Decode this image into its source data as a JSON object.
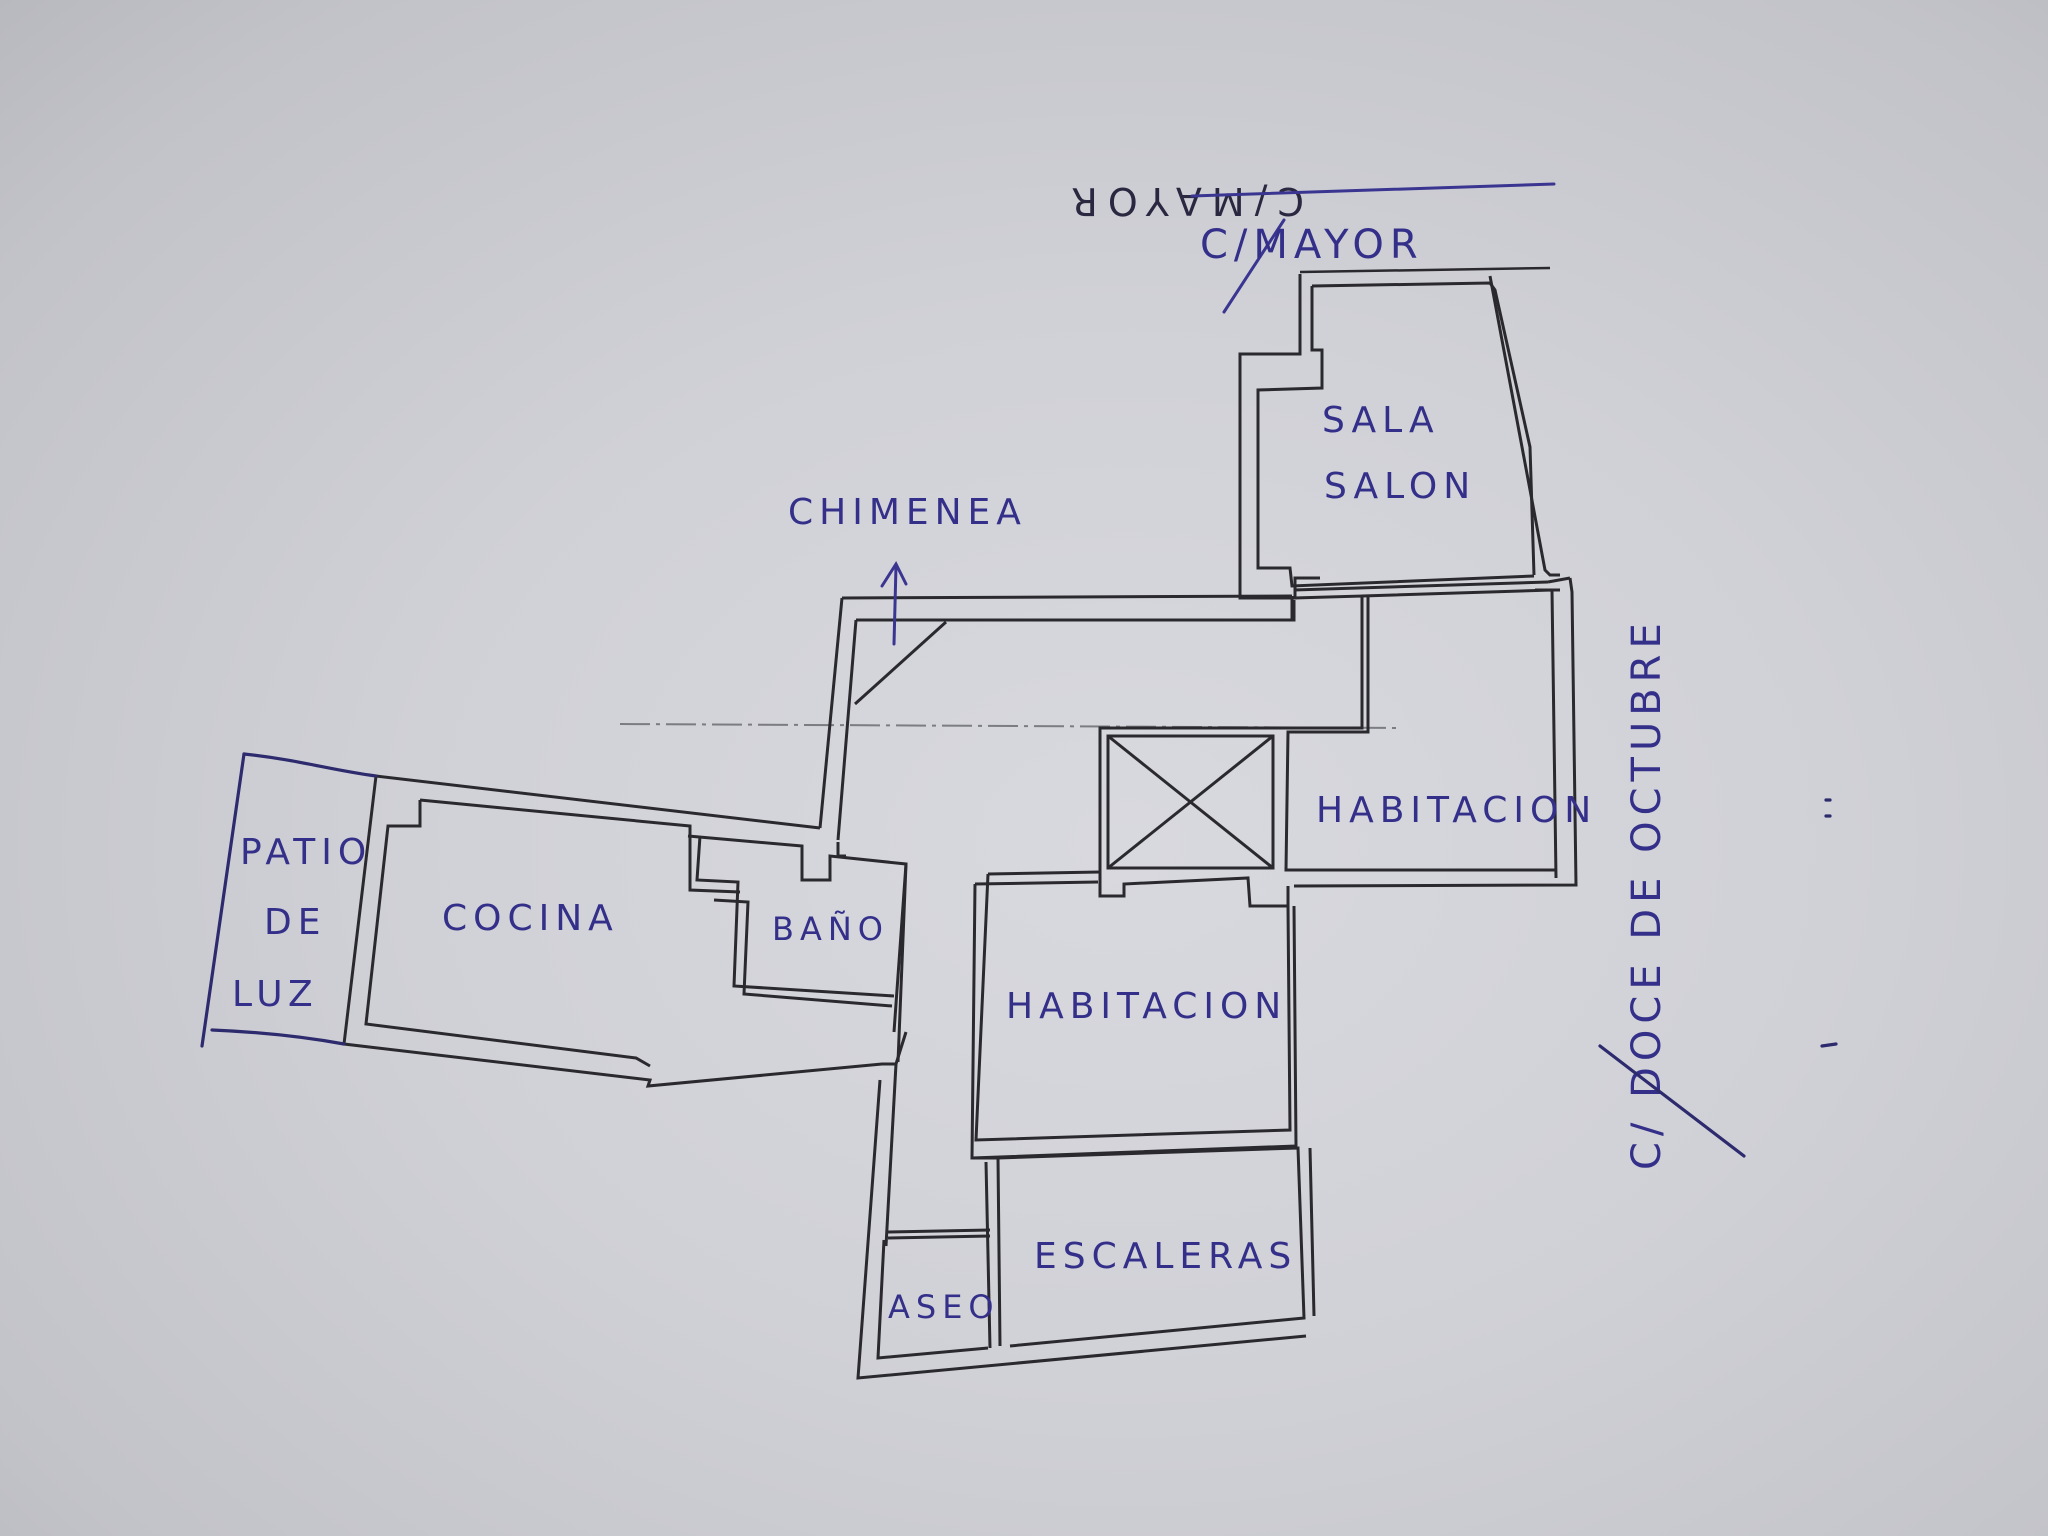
{
  "document": {
    "type": "hand-drawn floor plan sketch",
    "paper_color": "#d2d3d9",
    "wall_color": "#2a2a2e",
    "ink_color": "#34308a"
  },
  "streets": {
    "top": {
      "label": "C/MAYOR",
      "crossed_out_label": "C/MAYOR",
      "crossed_out_note": "upside-down, struck through"
    },
    "right": {
      "label": "C/ DOCE DE OCTUBRE",
      "display_fragment": "C/ Doce ...",
      "orientation": "vertical, rotated"
    }
  },
  "rooms": [
    {
      "id": "sala-salon",
      "line1": "SALA",
      "line2": "SALON"
    },
    {
      "id": "habitacion-1",
      "label": "HABITACION"
    },
    {
      "id": "habitacion-2",
      "label": "HABITACION"
    },
    {
      "id": "cocina",
      "label": "COCINA"
    },
    {
      "id": "bano",
      "label": "BAÑO"
    },
    {
      "id": "patio-de-luz",
      "line1": "PATIO",
      "line2": "DE",
      "line3": "LUZ"
    },
    {
      "id": "escaleras",
      "label": "ESCALERAS"
    },
    {
      "id": "aseo",
      "label": "ASEO"
    }
  ],
  "annotations": {
    "chimenea": {
      "label": "CHIMENEA",
      "arrow": "up"
    },
    "void_marker": "X (patio/shaft)"
  }
}
